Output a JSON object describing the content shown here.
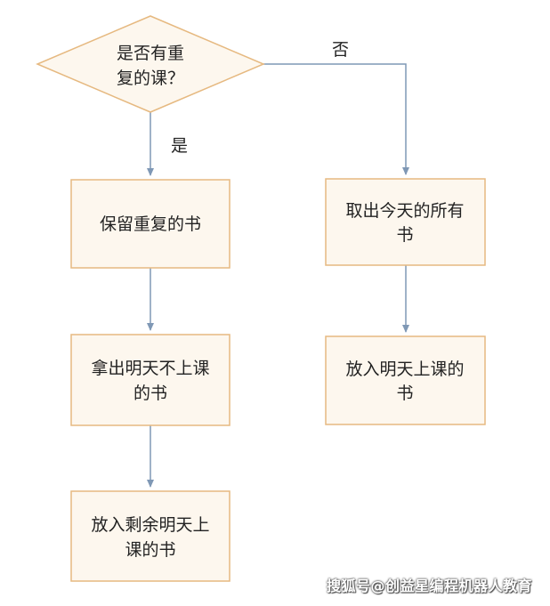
{
  "nodes": {
    "decision": {
      "line1": "是否有重",
      "line2": "复的课？"
    },
    "keep": {
      "line1": "保留重复的书"
    },
    "take_all": {
      "line1": "取出今天的所有",
      "line2": "书"
    },
    "remove": {
      "line1": "拿出明天不上课",
      "line2": "的书"
    },
    "put_tomorrow": {
      "line1": "放入明天上课的",
      "line2": "书"
    },
    "put_remaining": {
      "line1": "放入剩余明天上",
      "line2": "课的书"
    }
  },
  "edges": {
    "yes_label": "是",
    "no_label": "否"
  },
  "colors": {
    "node_fill": "#fdf7ee",
    "node_stroke": "#e6b980",
    "arrow": "#7f98b5"
  },
  "watermark": "搜狐号@创益星编程机器人教育"
}
